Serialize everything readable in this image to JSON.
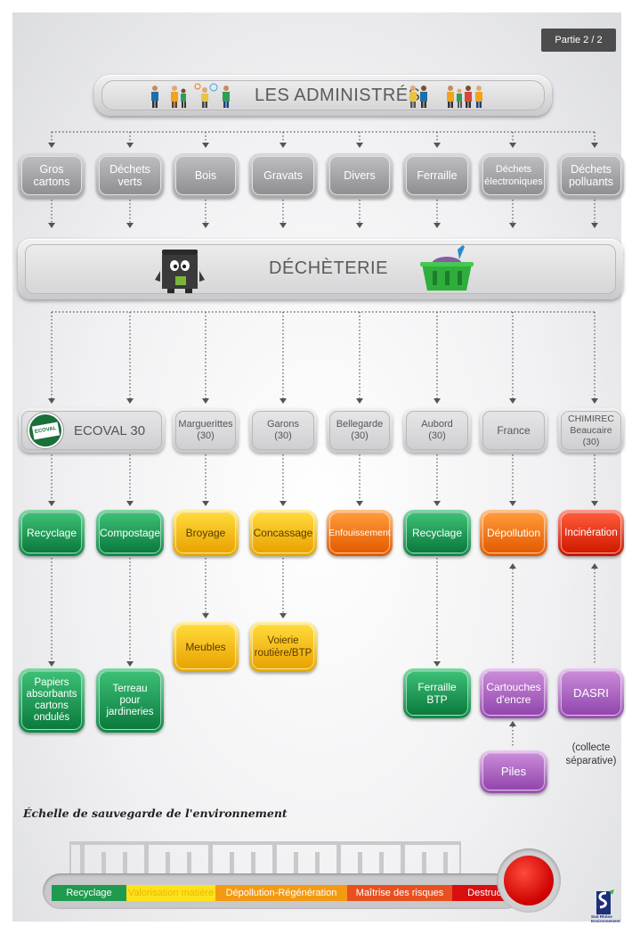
{
  "partie": "Partie 2 / 2",
  "administres": "LES ADMINISTRÉS",
  "decheterie": "DÉCHÈTERIE",
  "waste_types": [
    "Gros\ncartons",
    "Déchets\nverts",
    "Bois",
    "Gravats",
    "Divers",
    "Ferraille",
    "Déchets\nélectroniques",
    "Déchets\npolluants"
  ],
  "ecoval": {
    "label": "ECOVAL 30",
    "logo_text": "ECOVAL"
  },
  "destinations": [
    "Marguerittes\n(30)",
    "Garons\n(30)",
    "Bellegarde\n(30)",
    "Aubord\n(30)",
    "France",
    "CHIMIREC\nBeaucaire (30)"
  ],
  "treatments": [
    "Recyclage",
    "Compostage",
    "Broyage",
    "Concassage",
    "Enfouissement",
    "Recyclage",
    "Dépollution",
    "Incinération"
  ],
  "products": {
    "papiers": "Papiers\nabsorbants\ncartons\nondulés",
    "terreau": "Terreau\npour\njardineries",
    "meubles": "Meubles",
    "voierie": "Voierie\nroutière/BTP",
    "ferraille": "Ferraille\nBTP",
    "cartouches": "Cartouches\nd'encre",
    "dasri": "DASRI",
    "piles": "Piles"
  },
  "note": "(collecte\nséparative)",
  "scale": {
    "title": "Échelle de sauvegarde de l'environnement",
    "segments": [
      {
        "label": "Recyclage",
        "color": "#1f9a4e"
      },
      {
        "label": "Valorisation matière",
        "color": "#ffe21a"
      },
      {
        "label": "Dépollution-Régénération",
        "color": "#f39a12"
      },
      {
        "label": "Maîtrise des risques",
        "color": "#e85020"
      },
      {
        "label": "Destruction",
        "color": "#d90f0f"
      }
    ]
  },
  "logo_text": "Sud Rhône\nEnvironnement"
}
